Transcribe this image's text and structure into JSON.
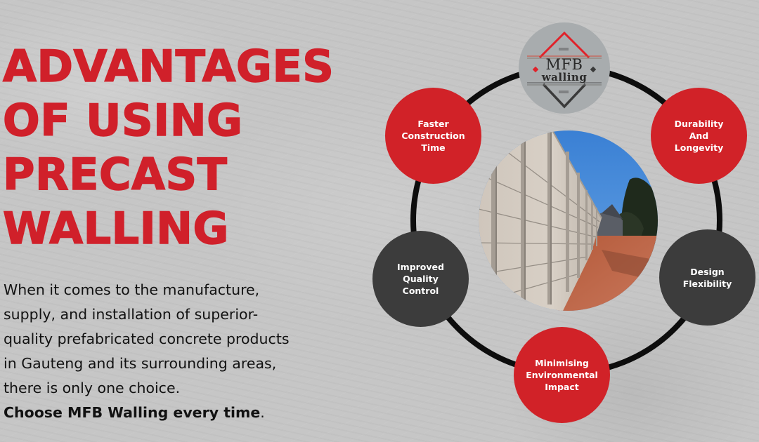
{
  "headline": {
    "lines": [
      "ADVANTAGES",
      "OF USING",
      "PRECAST",
      "WALLING"
    ],
    "color": "#d0202a"
  },
  "body": {
    "lines": [
      "When it comes to the manufacture,",
      "supply, and installation of superior-",
      "quality prefabricated concrete products",
      "in Gauteng and its surrounding areas,",
      "there is only one choice."
    ],
    "cta": "Choose MFB Walling every time",
    "cta_suffix": "."
  },
  "logo": {
    "name": "MFB",
    "subtitle": "walling",
    "accent": "#e0222a",
    "dark": "#3a3a3a"
  },
  "diagram": {
    "center_image": "precast-concrete-wall-photo",
    "ring_color": "#0d0d0d",
    "nodes": [
      {
        "id": "faster",
        "lines": [
          "Faster",
          "Construction",
          "Time"
        ],
        "color": "#d12228"
      },
      {
        "id": "durable",
        "lines": [
          "Durability",
          "And",
          "Longevity"
        ],
        "color": "#d12228"
      },
      {
        "id": "quality",
        "lines": [
          "Improved",
          "Quality",
          "Control"
        ],
        "color": "#3c3c3c"
      },
      {
        "id": "design",
        "lines": [
          "Design",
          "Flexibility"
        ],
        "color": "#3c3c3c"
      },
      {
        "id": "environ",
        "lines": [
          "Minimising",
          "Environmental",
          "Impact"
        ],
        "color": "#d12228"
      }
    ]
  },
  "colors": {
    "background": "#c6c6c6",
    "text": "#121212",
    "red": "#d12228",
    "dark_gray": "#3c3c3c"
  }
}
